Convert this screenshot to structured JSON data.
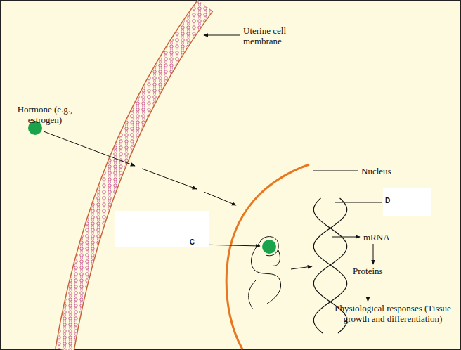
{
  "diagram": {
    "nodes": [
      {
        "text": [
          "D"
        ]
      },
      {
        "text": [
          "C"
        ]
      },
      {
        "text": [
          "mRNA"
        ]
      },
      {
        "text": [
          "Proteins"
        ]
      },
      {
        "text": [
          "Physiological responses (Tissue growth and differentiation)"
        ]
      }
    ],
    "edges": [
      {
        "from": 2,
        "to": 3,
        "arrow": "to"
      },
      {
        "from": 3,
        "to": 4,
        "arrow": "to"
      }
    ],
    "labels": [
      "Uterine cell membrane",
      "Hormone (e.g., estrogen)",
      "Nucleus"
    ]
  }
}
